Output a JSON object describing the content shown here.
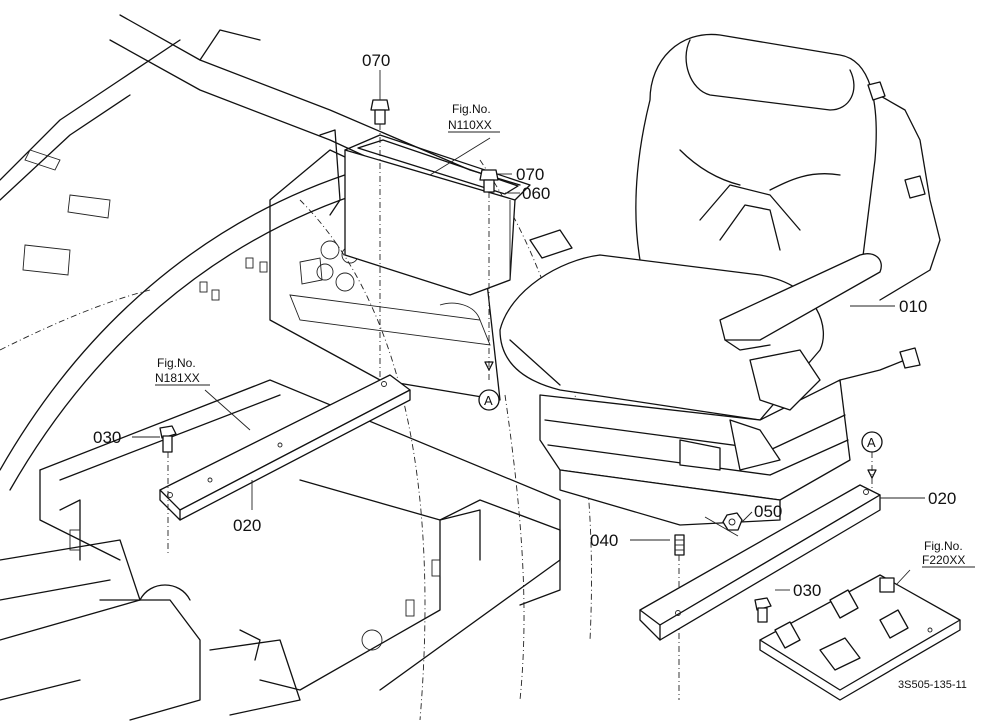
{
  "parts": {
    "p010": "010",
    "p020_left": "020",
    "p020_right": "020",
    "p030_left": "030",
    "p030_right": "030",
    "p040": "040",
    "p050": "050",
    "p060": "060",
    "p070_top": "070",
    "p070_mid": "070"
  },
  "figure_refs": {
    "f1": {
      "label": "Fig.No.",
      "code": "N110XX"
    },
    "f2": {
      "label": "Fig.No.",
      "code": "N181XX"
    },
    "f3": {
      "label": "Fig.No.",
      "code": "F220XX"
    }
  },
  "markers": {
    "a1": "A",
    "a2": "A"
  },
  "drawing_code": "3S505-135-11"
}
